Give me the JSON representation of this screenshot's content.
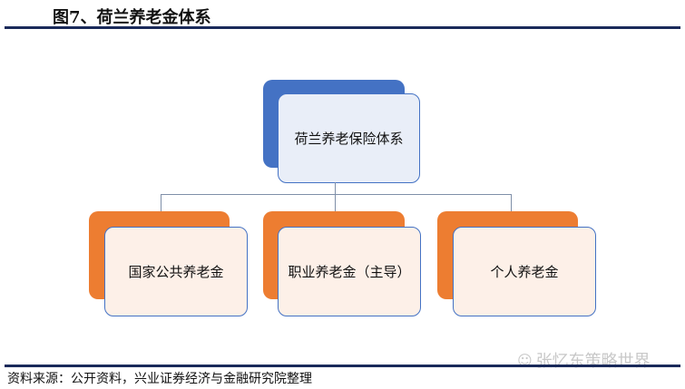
{
  "title": "图7、荷兰养老金体系",
  "root": "荷兰养老保险体系",
  "children": [
    "国家公共养老金",
    "职业养老金（主导）",
    "个人养老金"
  ],
  "source": "资料来源：公开资料，兴业证券经济与金融研究院整理",
  "watermark": "张忆东策略世界",
  "colors": {
    "root_back": "#4472c4",
    "root_front": "#e9eef8",
    "child_back": "#ed7d31",
    "child_front": "#fdf0e8",
    "rule": "#1a2a5a"
  }
}
